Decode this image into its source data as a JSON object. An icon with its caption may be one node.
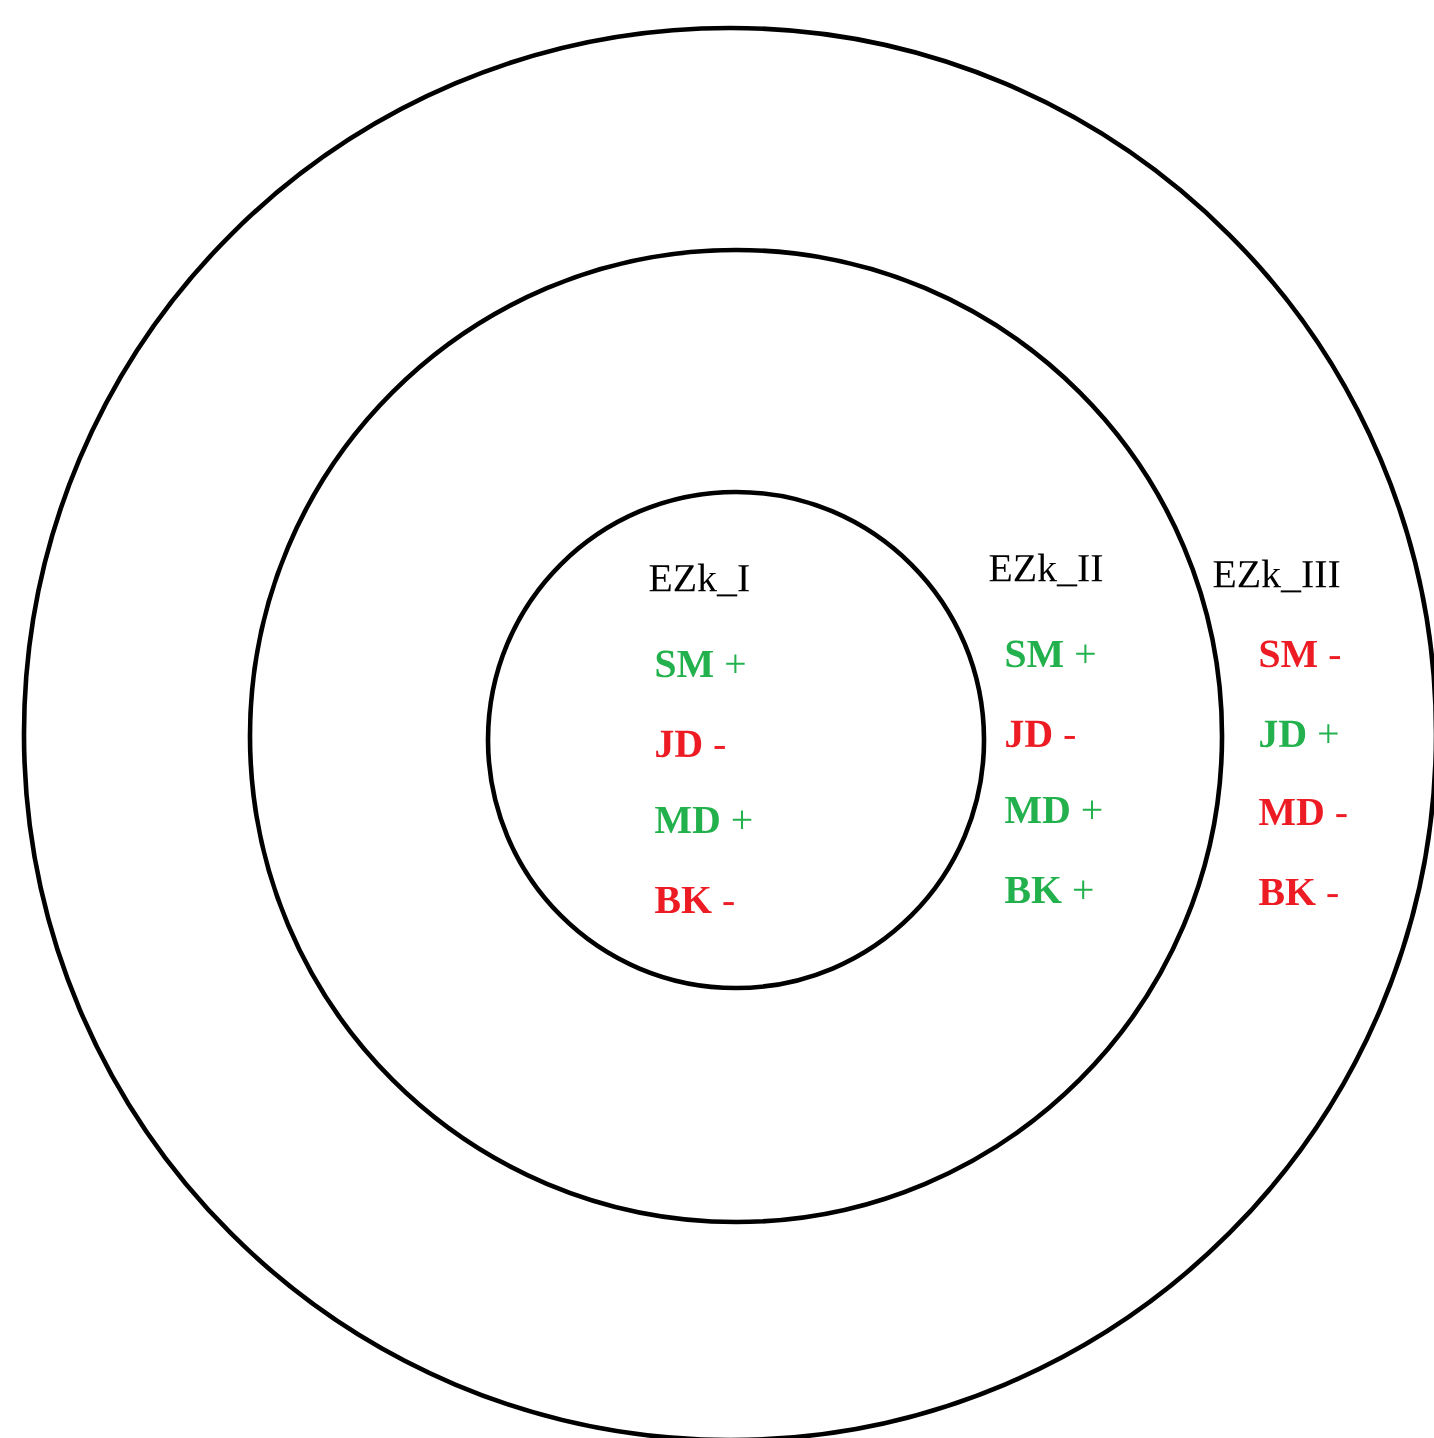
{
  "diagram": {
    "nodes": [
      {
        "text": [
          "EZk_III",
          "**SM** -",
          "**JD** +",
          "**MD** -",
          "**BK** -"
        ]
      },
      {
        "text": [
          "EZk_II",
          "**SM** +",
          "**JD** -",
          "**MD** +",
          "**BK** +"
        ],
        "in": 0
      },
      {
        "text": [
          "EZk_I",
          "**SM** +",
          "**JD** -",
          "**MD** +",
          "**BK** -"
        ],
        "in": 1
      }
    ]
  }
}
